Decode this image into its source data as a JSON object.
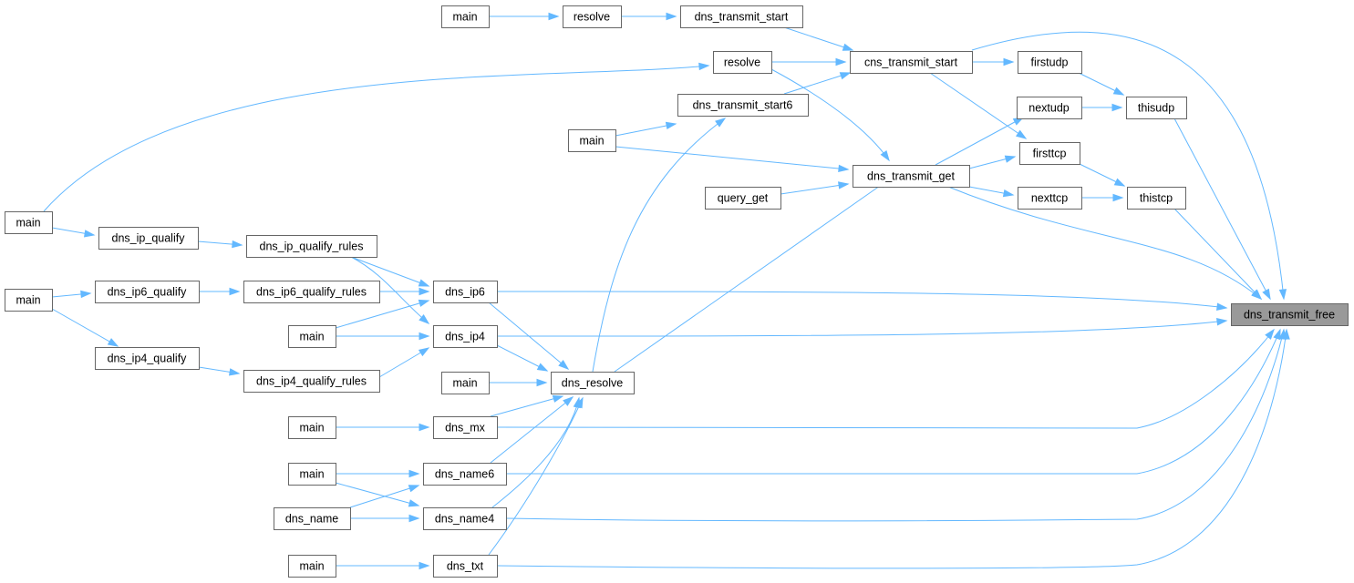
{
  "graph": {
    "accent_color": "#63b8ff",
    "root_fill": "#999999",
    "nodes": {
      "main_top": "main",
      "resolve_top": "resolve",
      "dns_transmit_start": "dns_transmit_start",
      "resolve_mid": "resolve",
      "cns_transmit_start": "cns_transmit_start",
      "firstudp": "firstudp",
      "thisudp": "thisudp",
      "dns_transmit_start6": "dns_transmit_start6",
      "nextudp": "nextudp",
      "main_a": "main",
      "firsttcp": "firsttcp",
      "dns_transmit_get": "dns_transmit_get",
      "query_get": "query_get",
      "nexttcp": "nexttcp",
      "thistcp": "thistcp",
      "main_left1": "main",
      "dns_ip_qualify": "dns_ip_qualify",
      "dns_ip_qualify_rules": "dns_ip_qualify_rules",
      "main_left2": "main",
      "dns_ip6_qualify": "dns_ip6_qualify",
      "dns_ip6_qualify_rules": "dns_ip6_qualify_rules",
      "dns_ip6": "dns_ip6",
      "dns_transmit_free": "dns_transmit_free",
      "main_b": "main",
      "dns_ip4": "dns_ip4",
      "dns_ip4_qualify": "dns_ip4_qualify",
      "dns_ip4_qualify_rules": "dns_ip4_qualify_rules",
      "main_c": "main",
      "dns_resolve": "dns_resolve",
      "main_d": "main",
      "dns_mx": "dns_mx",
      "main_e": "main",
      "dns_name6": "dns_name6",
      "dns_name": "dns_name",
      "dns_name4": "dns_name4",
      "main_f": "main",
      "dns_txt": "dns_txt"
    }
  }
}
